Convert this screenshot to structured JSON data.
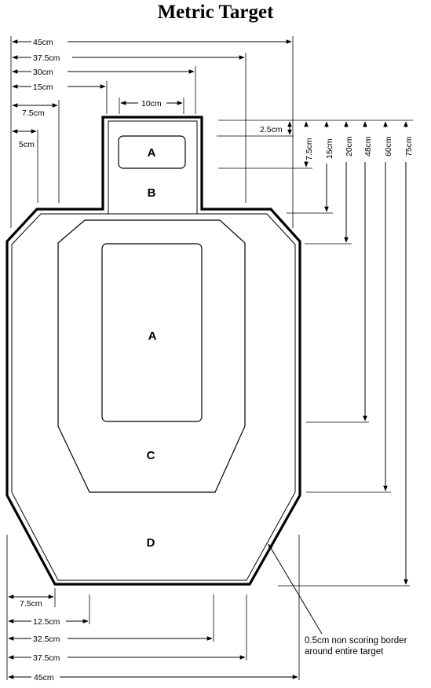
{
  "title": "Metric Target",
  "zones": {
    "head_a": "A",
    "head_b": "B",
    "body_a": "A",
    "body_c": "C",
    "body_d": "D"
  },
  "top_dimensions": {
    "w45": "45cm",
    "w37_5": "37.5cm",
    "w30": "30cm",
    "w15": "15cm",
    "w10": "10cm",
    "w7_5": "7.5cm",
    "w5": "5cm"
  },
  "right_dimensions": {
    "h2_5": "2.5cm",
    "h7_5": "7.5cm",
    "h15": "15cm",
    "h20": "20cm",
    "h48": "48cm",
    "h60": "60cm",
    "h75": "75cm"
  },
  "bottom_dimensions": {
    "b7_5": "7.5cm",
    "b12_5": "12.5cm",
    "b32_5": "32.5cm",
    "b37_5": "37.5cm",
    "b45": "45cm"
  },
  "note": {
    "line1": "0.5cm non scoring border",
    "line2": "around entire target"
  }
}
